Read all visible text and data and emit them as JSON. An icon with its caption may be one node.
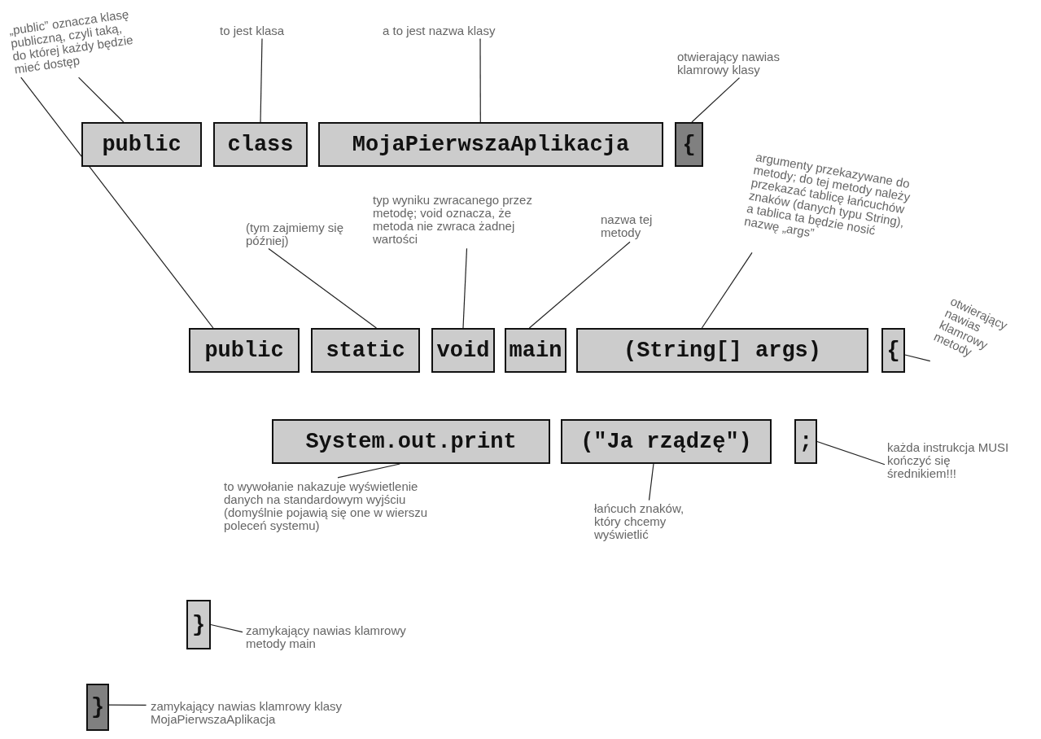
{
  "diagram": {
    "nodes": [
      {
        "text": [
          "„public” oznacza klasę publiczną, czyli taką, do której każdy będzie mieć dostęp"
        ]
      },
      {
        "text": [
          "to jest klasa"
        ]
      },
      {
        "text": [
          "a to jest nazwa klasy"
        ]
      },
      {
        "text": [
          "otwierający nawias klamrowy klasy"
        ]
      },
      {
        "text": [
          "public"
        ]
      },
      {
        "text": [
          "class"
        ]
      },
      {
        "text": [
          "MojaPierwszaAplikacja"
        ]
      },
      {
        "text": [
          "{"
        ]
      },
      {
        "text": [
          "argumenty przekazywane do metody; do tej metody należy przekazać tablicę łańcuchów znaków (danych typu String), a tablica ta będzie nosić nazwę „args”"
        ]
      },
      {
        "text": [
          "typ wyniku zwracanego przez metodę; void oznacza, że metoda nie zwraca żadnej wartości"
        ]
      },
      {
        "text": [
          "nazwa tej metody"
        ]
      },
      {
        "text": [
          "(tym zajmiemy się później)"
        ]
      },
      {
        "text": [
          "otwierający nawias klamrowy metody"
        ]
      },
      {
        "text": [
          "public"
        ]
      },
      {
        "text": [
          "static"
        ]
      },
      {
        "text": [
          "void"
        ]
      },
      {
        "text": [
          "main"
        ]
      },
      {
        "text": [
          "(String[] args)"
        ]
      },
      {
        "text": [
          "{"
        ]
      },
      {
        "text": [
          "System.out.print"
        ]
      },
      {
        "text": [
          "(\"Ja rządzę\")"
        ]
      },
      {
        "text": [
          ";"
        ]
      },
      {
        "text": [
          "każda instrukcja MUSI kończyć się średnikiem!!!"
        ]
      },
      {
        "text": [
          "to wywołanie nakazuje wyświetlenie danych na standardowym wyjściu (domyślnie pojawią się one w wierszu poleceń systemu)"
        ]
      },
      {
        "text": [
          "łańcuch znaków, który chcemy wyświetlić"
        ]
      },
      {
        "text": [
          "}"
        ]
      },
      {
        "text": [
          "zamykający nawias klamrowy metody main"
        ]
      },
      {
        "text": [
          "}"
        ]
      },
      {
        "text": [
          "zamykający nawias klamrowy klasy MojaPierwszaAplikacja"
        ]
      }
    ],
    "edges": [
      {
        "from": 0,
        "to": 4,
        "arrow": "none"
      },
      {
        "from": 0,
        "to": 13,
        "arrow": "none"
      },
      {
        "from": 1,
        "to": 5,
        "arrow": "none"
      },
      {
        "from": 2,
        "to": 6,
        "arrow": "none"
      },
      {
        "from": 3,
        "to": 7,
        "arrow": "none"
      },
      {
        "from": 8,
        "to": 17,
        "arrow": "none"
      },
      {
        "from": 9,
        "to": 15,
        "arrow": "none"
      },
      {
        "from": 10,
        "to": 16,
        "arrow": "none"
      },
      {
        "from": 11,
        "to": 14,
        "arrow": "none"
      },
      {
        "from": 12,
        "to": 18,
        "arrow": "none"
      },
      {
        "from": 22,
        "to": 21,
        "arrow": "none"
      },
      {
        "from": 23,
        "to": 19,
        "arrow": "none"
      },
      {
        "from": 24,
        "to": 20,
        "arrow": "none"
      },
      {
        "from": 26,
        "to": 25,
        "arrow": "none"
      },
      {
        "from": 28,
        "to": 27,
        "arrow": "none"
      }
    ]
  }
}
